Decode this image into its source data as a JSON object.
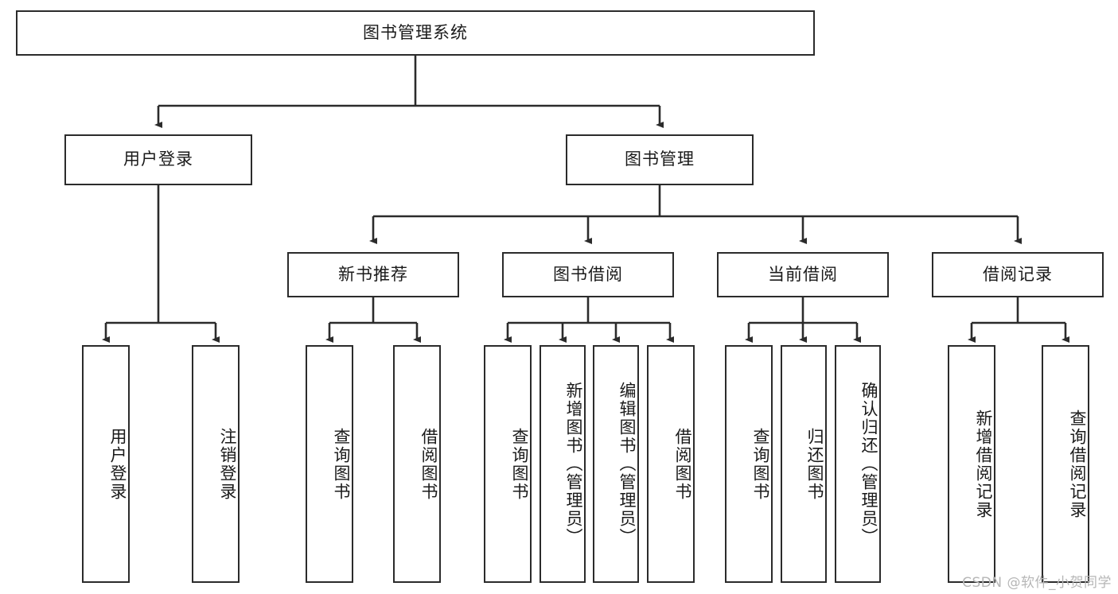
{
  "diagram": {
    "type": "tree-hierarchy-chart",
    "title": "图书管理系统",
    "watermark": "CSDN @软件_小贺同学",
    "colors": {
      "box_border": "#2b2b2b",
      "box_fill": "#ffffff",
      "edge": "#2b2b2b",
      "text": "#1a1a1a",
      "watermark": "#b6b6b6",
      "background": "#ffffff"
    },
    "levels": {
      "root": {
        "label": "图书管理系统"
      },
      "level2": [
        {
          "id": "user-login",
          "label": "用户登录"
        },
        {
          "id": "book-manage",
          "label": "图书管理"
        }
      ],
      "level3": [
        {
          "id": "new-book-recommend",
          "label": "新书推荐",
          "parent": "book-manage"
        },
        {
          "id": "book-borrow",
          "label": "图书借阅",
          "parent": "book-manage"
        },
        {
          "id": "current-borrow",
          "label": "当前借阅",
          "parent": "book-manage"
        },
        {
          "id": "borrow-record",
          "label": "借阅记录",
          "parent": "book-manage"
        }
      ],
      "leaves": {
        "user-login": [
          {
            "id": "leaf-user-login",
            "label": "用户登录"
          },
          {
            "id": "leaf-user-logout",
            "label": "注销登录"
          }
        ],
        "new-book-recommend": [
          {
            "id": "leaf-query-book-1",
            "label": "查询图书"
          },
          {
            "id": "leaf-borrow-book-1",
            "label": "借阅图书"
          }
        ],
        "book-borrow": [
          {
            "id": "leaf-query-book-2",
            "label": "查询图书"
          },
          {
            "id": "leaf-add-book",
            "label": "新增图书（管理员）"
          },
          {
            "id": "leaf-edit-book",
            "label": "编辑图书（管理员）"
          },
          {
            "id": "leaf-borrow-book-2",
            "label": "借阅图书"
          }
        ],
        "current-borrow": [
          {
            "id": "leaf-query-book-3",
            "label": "查询图书"
          },
          {
            "id": "leaf-return-book",
            "label": "归还图书"
          },
          {
            "id": "leaf-confirm-return",
            "label": "确认归还（管理员）"
          }
        ],
        "borrow-record": [
          {
            "id": "leaf-add-record",
            "label": "新增借阅记录"
          },
          {
            "id": "leaf-query-record",
            "label": "查询借阅记录"
          }
        ]
      }
    }
  }
}
